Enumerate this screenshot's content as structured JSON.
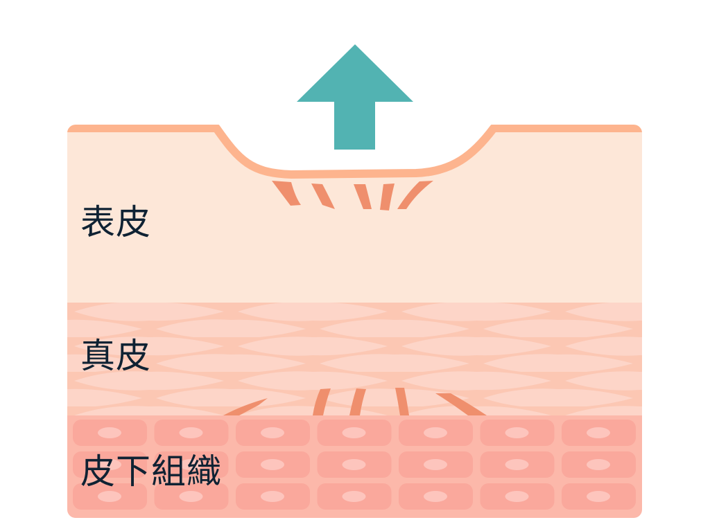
{
  "diagram": {
    "layers": [
      {
        "id": "epidermis",
        "label": "表皮"
      },
      {
        "id": "dermis",
        "label": "真皮"
      },
      {
        "id": "subcutaneous",
        "label": "皮下組織"
      }
    ],
    "arrow": "up-arrow-icon",
    "colors": {
      "epidermis": "#fde7d8",
      "epidermis_border": "#fdb48e",
      "dermis": "#fccbb8",
      "dermis_cell": "#fdd5c8",
      "subcutaneous": "#fcb8aa",
      "fat_cell": "#faa89c",
      "nucleus": "#fdc5bd",
      "fiber": "#ef8f6d",
      "arrow": "#52b3b2"
    }
  }
}
